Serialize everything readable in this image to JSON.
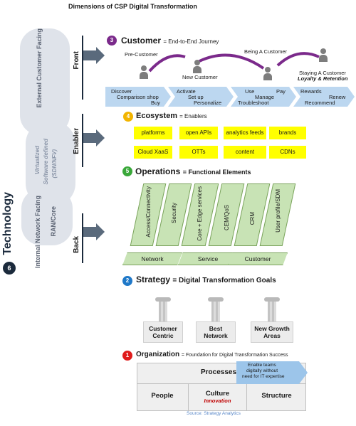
{
  "title": "Dimensions of CSP Digital Transformation",
  "technology": {
    "number": "6",
    "label": "Technology"
  },
  "external": {
    "label": "External Customer Facing"
  },
  "cloud": {
    "line1": "Virtualized",
    "line2": "Software defined",
    "line3": "(SDN/NFV)"
  },
  "internal": {
    "line1": "Internal Network Facing",
    "line2": "RAN/Core"
  },
  "layers": {
    "front": "Front",
    "enabler": "Enabler",
    "back": "Back"
  },
  "customer": {
    "number": "3",
    "heading": "Customer",
    "subtitle": "= End-to-End Journey",
    "stages": [
      "Pre-Customer",
      "New Customer",
      "Being A Customer",
      "Staying A Customer"
    ],
    "staying_sub": "Loyalty & Retention",
    "journey": [
      {
        "line1": "Discover",
        "line2": "Comparison shop",
        "line3": "Buy"
      },
      {
        "line1": "Activate",
        "line2": "Set up",
        "line3": "Personalize"
      },
      {
        "line1": "Use",
        "line2": "Pay",
        "line3": "Manage",
        "line4": "Troubleshoot"
      },
      {
        "line1": "Rewards",
        "line2": "Renew",
        "line3": "Recommend"
      }
    ]
  },
  "ecosystem": {
    "number": "4",
    "heading": "Ecosystem",
    "subtitle": "= Enablers",
    "items": [
      "platforms",
      "open APIs",
      "analytics feeds",
      "brands",
      "Cloud XaaS",
      "OTTs",
      "content",
      "CDNs"
    ]
  },
  "operations": {
    "number": "5",
    "heading": "Operations",
    "subtitle": "= Functional Elements",
    "elements": [
      "Access/Connectivity",
      "Security",
      "Core + Edge services",
      "CEM/QoS",
      "CRM",
      "User profile/SDM"
    ],
    "base": [
      "Network",
      "Service",
      "Customer"
    ]
  },
  "strategy": {
    "number": "2",
    "heading": "Strategy",
    "subtitle": "= Digital Transformation Goals",
    "pillars": [
      {
        "line1": "Customer",
        "line2": "Centric"
      },
      {
        "line1": "Best",
        "line2": "Network"
      },
      {
        "line1": "New Growth",
        "line2": "Areas"
      }
    ]
  },
  "organization": {
    "number": "1",
    "heading": "Organization",
    "subtitle": "= Foundation for Digital Transformation Success",
    "processes": "Processes",
    "callout": {
      "line1": "Enable teams",
      "line2": "digitally without",
      "line3": "need for IT expertise"
    },
    "people": "People",
    "culture": "Culture",
    "culture_sub": "Innovation",
    "structure": "Structure"
  },
  "source": "Source: Strategy Analytics",
  "colors": {
    "customer_badge": "#7b2a8b",
    "ecosystem_badge": "#f2b400",
    "operations_badge": "#3aa83a",
    "strategy_badge": "#1f78c8",
    "organization_badge": "#e01c1c",
    "technology_dark": "#1b2a3c",
    "journey_chevron": "#bcd7f0",
    "ecosystem_box": "#ffff00",
    "operations_fill": "#c8e3b5",
    "arc_purple": "#7b2a8b",
    "callout_blue": "#9cc5ea",
    "innovation_red": "#c00000"
  },
  "icons": [
    "person-icon",
    "arrow-right-icon",
    "pillar-icon"
  ]
}
